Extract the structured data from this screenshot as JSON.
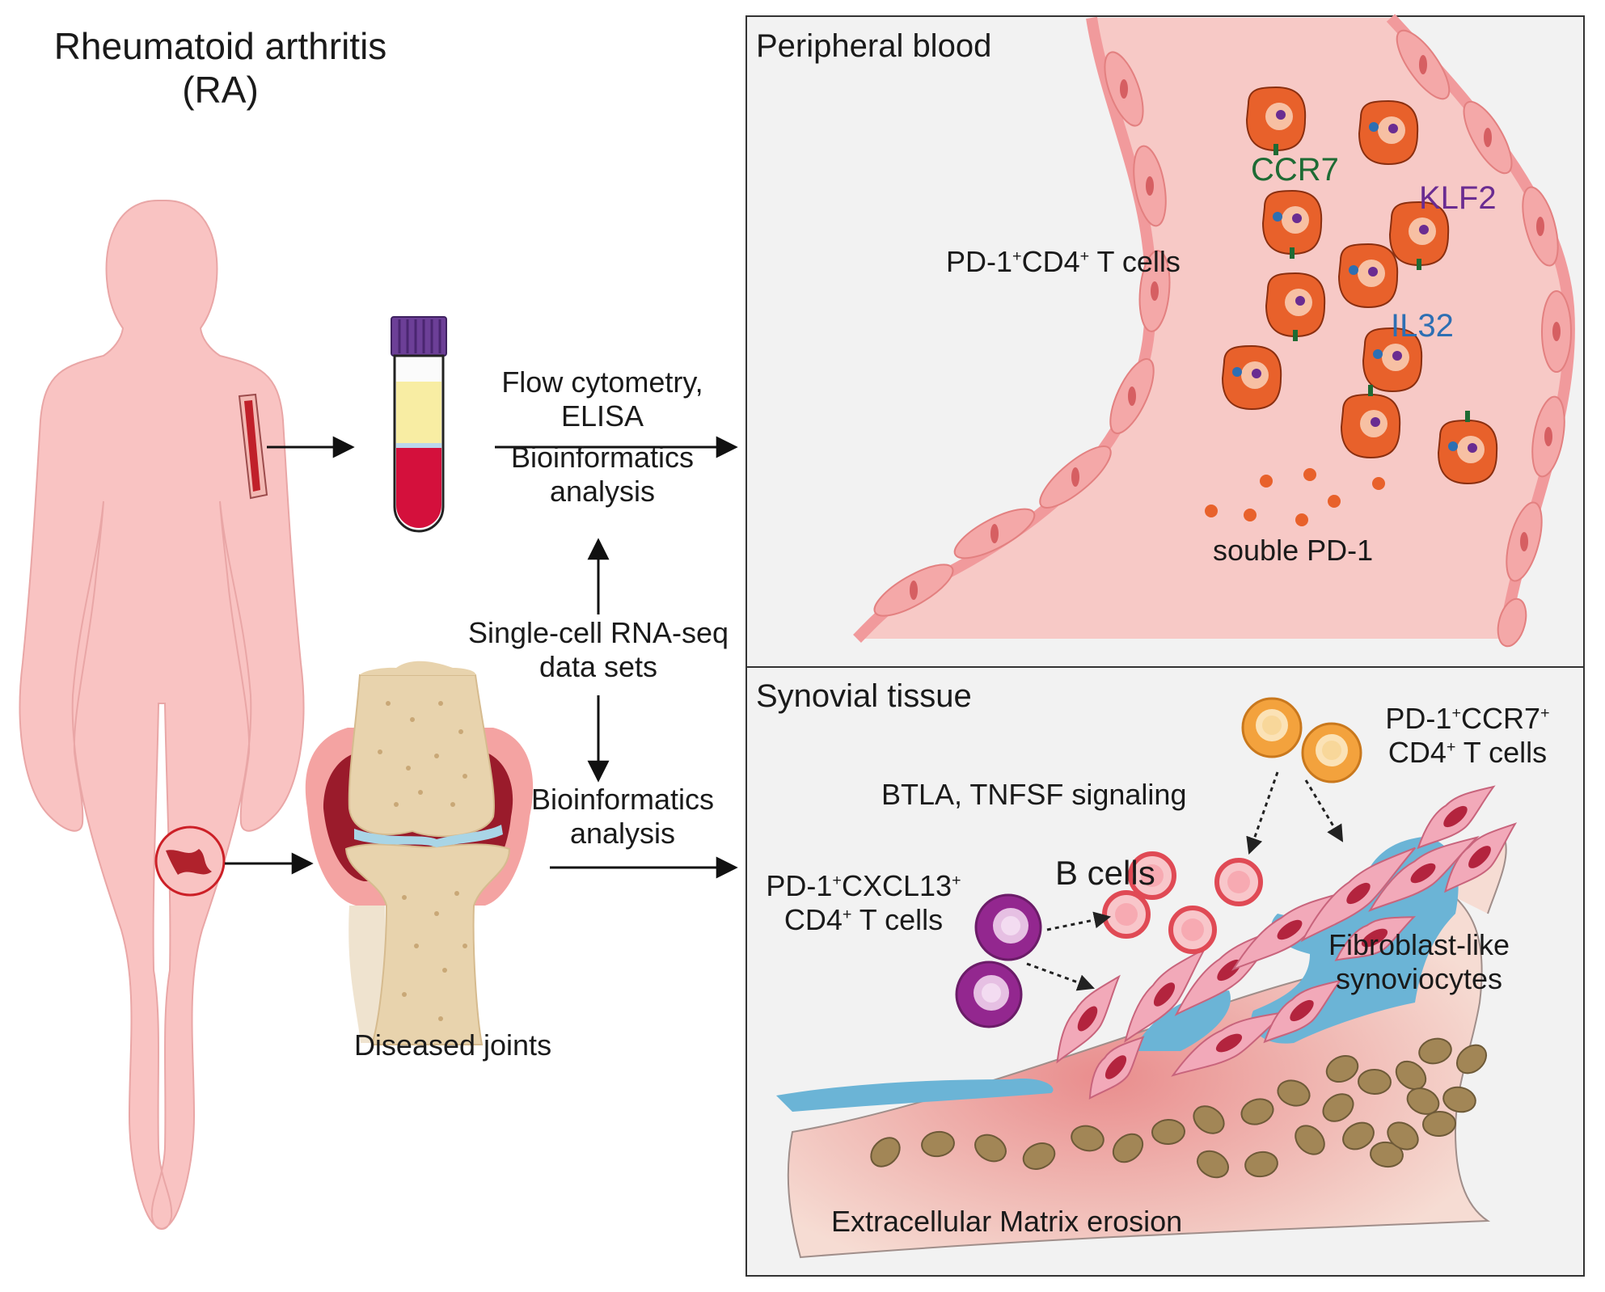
{
  "title": {
    "line1": "Rheumatoid arthritis",
    "line2": "(RA)"
  },
  "methods": {
    "top_line1": "Flow cytometry,",
    "top_line2": "ELISA",
    "top_line3": "Bioinformatics",
    "top_line4": "analysis",
    "mid_line1": "Single-cell RNA-seq",
    "mid_line2": "data sets",
    "bottom_line1": "Bioinformatics",
    "bottom_line2": "analysis"
  },
  "joint": {
    "label": "Diseased joints"
  },
  "peripheral": {
    "heading": "Peripheral blood",
    "cells_base1": "PD-1",
    "cells_sup1": "+",
    "cells_base2": "CD4",
    "cells_sup2": "+",
    "cells_base3": " T cells",
    "marker_ccr7": "CCR7",
    "marker_klf2": "KLF2",
    "marker_il32": "IL32",
    "soluble": "souble PD-1"
  },
  "synovial": {
    "heading": "Synovial tissue",
    "ccr7_base1": "PD-1",
    "ccr7_sup1": "+",
    "ccr7_base2": "CCR7",
    "ccr7_sup2": "+",
    "ccr7_base3": "CD4",
    "ccr7_sup3": "+",
    "ccr7_base4": " T cells",
    "signaling": "BTLA, TNFSF signaling",
    "b_cells": "B cells",
    "cxcl13_base1": "PD-1",
    "cxcl13_sup1": "+",
    "cxcl13_base2": "CXCL13",
    "cxcl13_sup2": "+",
    "cxcl13_base3": "CD4",
    "cxcl13_sup3": "+",
    "cxcl13_base4": " T cells",
    "fls_line1": "Fibroblast-like",
    "fls_line2": "synoviocytes",
    "ecm": "Extracellular Matrix erosion"
  },
  "colors": {
    "body": "#f9c3c2",
    "t_cell": "#e8612b",
    "ccr7": "#1e6b34",
    "klf2": "#6a2c91",
    "il32": "#2d6fb3",
    "vessel": "#f4b6b4",
    "b_cell": "#e04a55",
    "cxcl13_cell": "#93278f",
    "ccr7_cell": "#f3a23d",
    "fibroblast": "#f2a9b9",
    "fluid": "#6bb4d6",
    "bone": "#e8d3ad",
    "blood": "#d4103c",
    "tube_cap": "#6c3f97"
  }
}
